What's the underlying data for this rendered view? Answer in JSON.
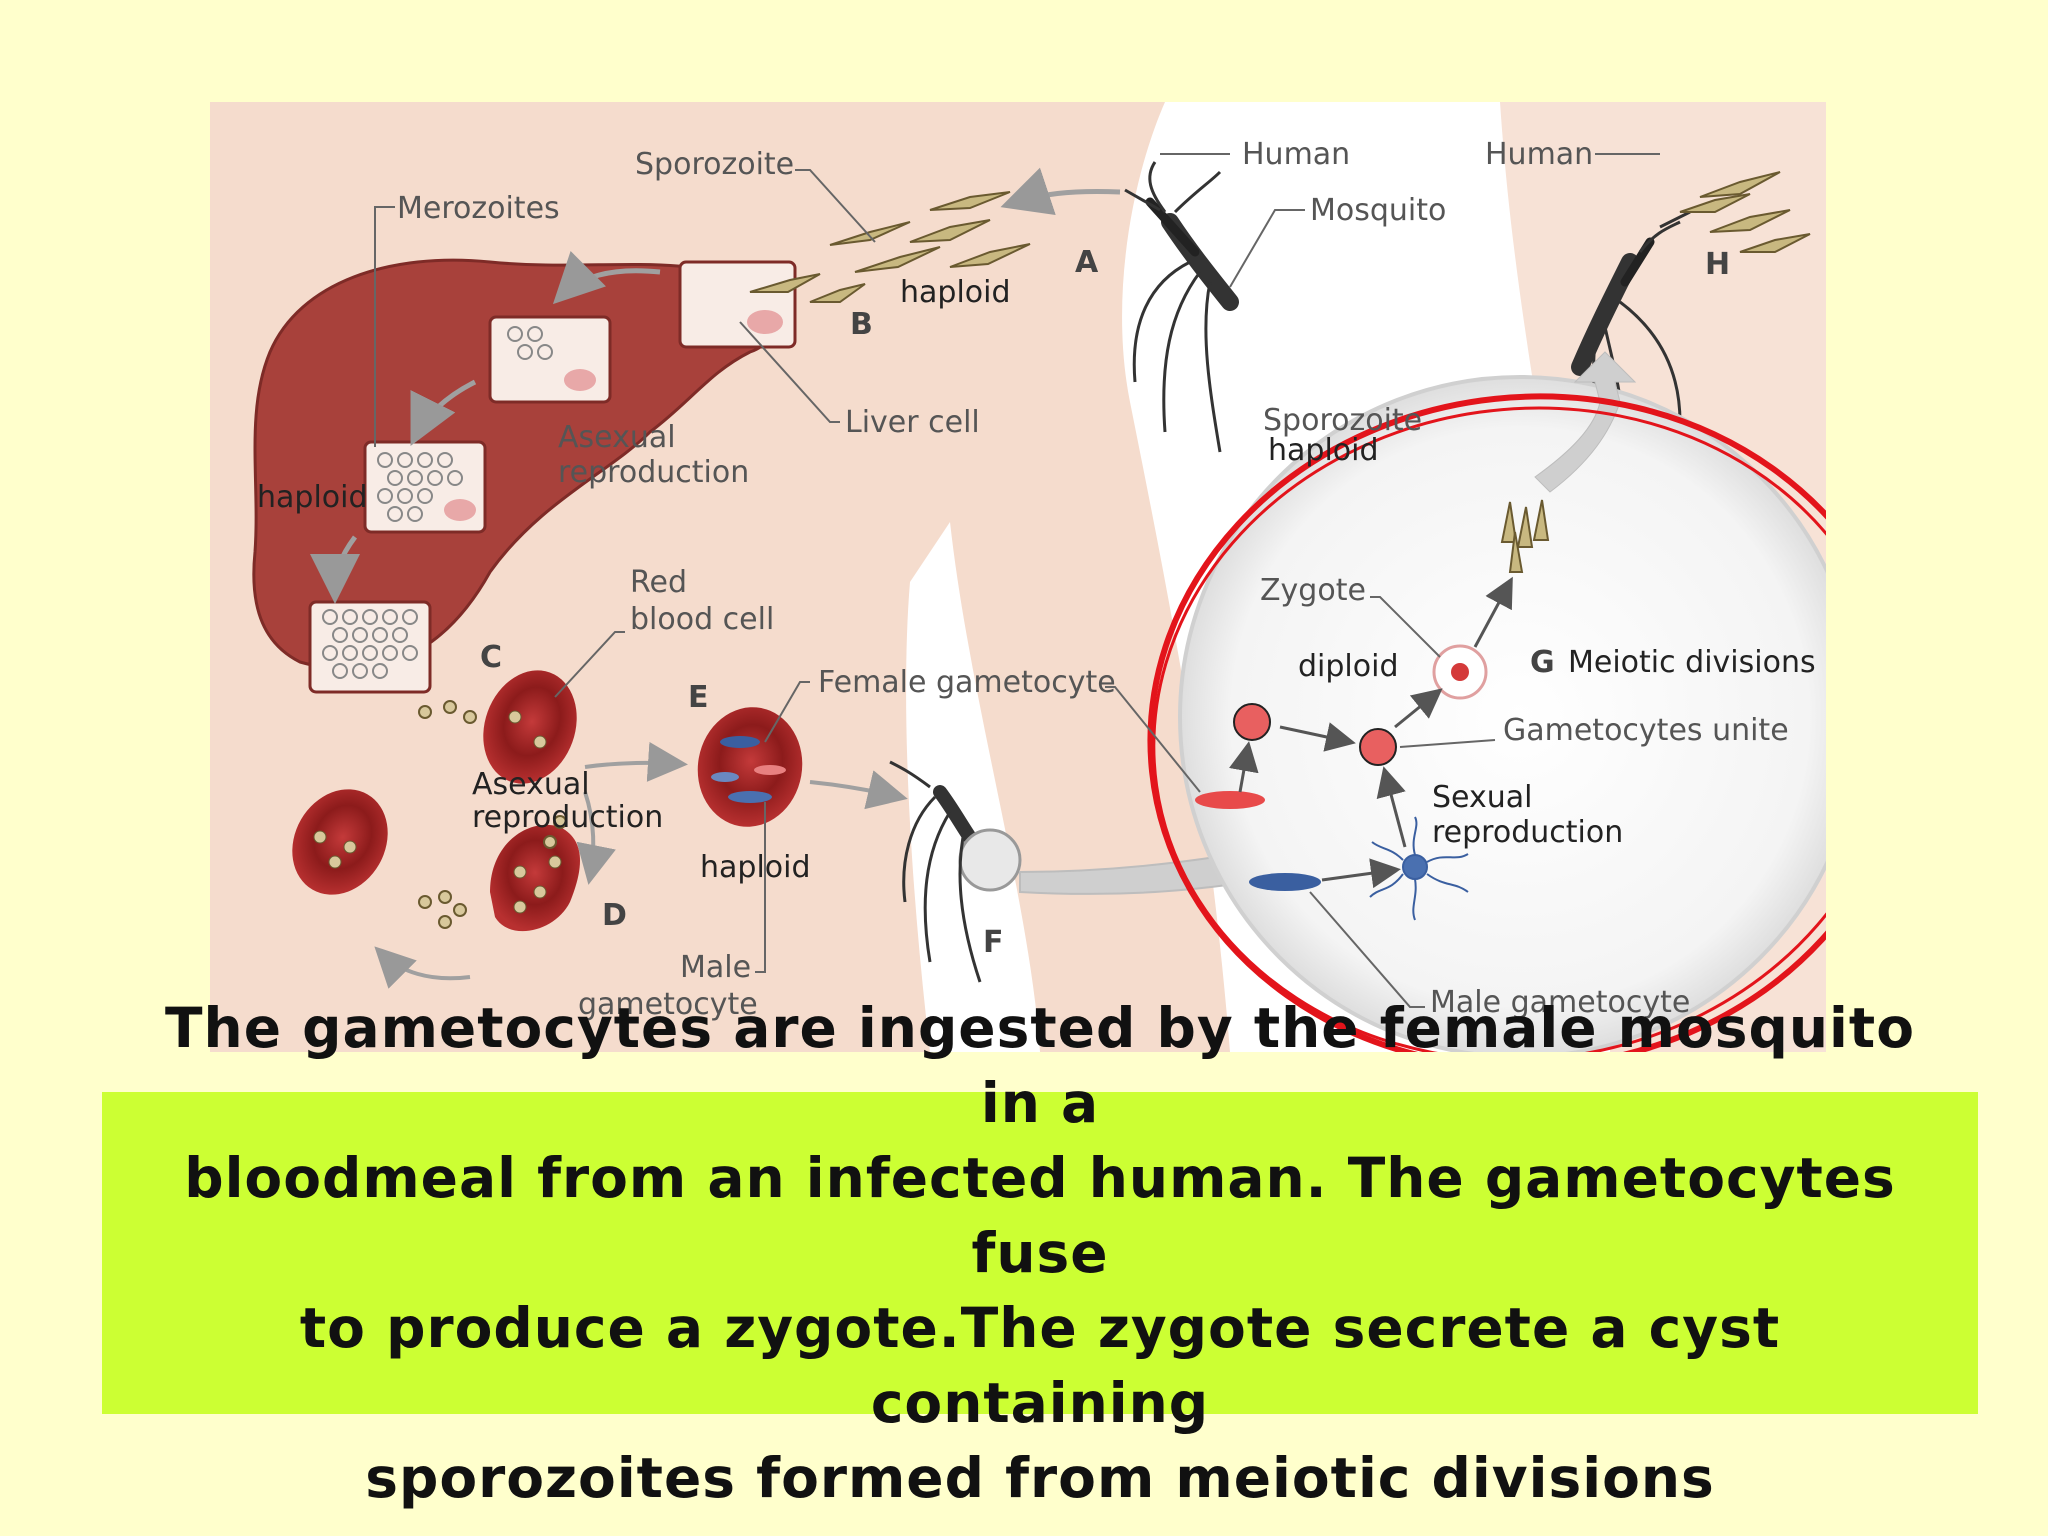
{
  "diagram": {
    "labels": {
      "human_left": "Human",
      "human_right": "Human",
      "mosquito": "Mosquito",
      "sporozoite_top": "Sporozoite",
      "merozoites": "Merozoites",
      "haploid_b": "haploid",
      "liver_cell": "Liver cell",
      "asexual_repro_liver_1": "Asexual",
      "asexual_repro_liver_2": "reproduction",
      "haploid_liver": "haploid",
      "red_blood_cell_1": "Red",
      "red_blood_cell_2": "blood cell",
      "asexual_repro_blood_1": "Asexual",
      "asexual_repro_blood_2": "reproduction",
      "female_gametocyte": "Female gametocyte",
      "haploid_e": "haploid",
      "male_gametocyte_left_1": "Male",
      "male_gametocyte_left_2": "gametocyte",
      "sporozoite_right": "Sporozoite",
      "haploid_right": "haploid",
      "zygote": "Zygote",
      "diploid": "diploid",
      "meiotic_divisions": "Meiotic divisions",
      "gametocytes_unite": "Gametocytes unite",
      "sexual_repro_1": "Sexual",
      "sexual_repro_2": "reproduction",
      "male_gametocyte_right": "Male gametocyte"
    },
    "letters": {
      "a": "A",
      "b": "B",
      "c": "C",
      "d": "D",
      "e": "E",
      "f": "F",
      "g": "G",
      "h": "H"
    },
    "colors": {
      "skin": "#f5d9c9",
      "liver": "#a8413b",
      "blood_cell": "#a82a2a",
      "highlight_circle": "#e3141b",
      "caption_bg": "#ccff33",
      "page_bg": "#ffffcc"
    }
  },
  "caption": {
    "line1": "The gametocytes are ingested by the female mosquito in a",
    "line2": "bloodmeal from an infected human. The gametocytes fuse",
    "line3": "to produce a zygote.The zygote secrete a cyst containing",
    "line4": "sporozoites formed from meiotic divisions"
  }
}
